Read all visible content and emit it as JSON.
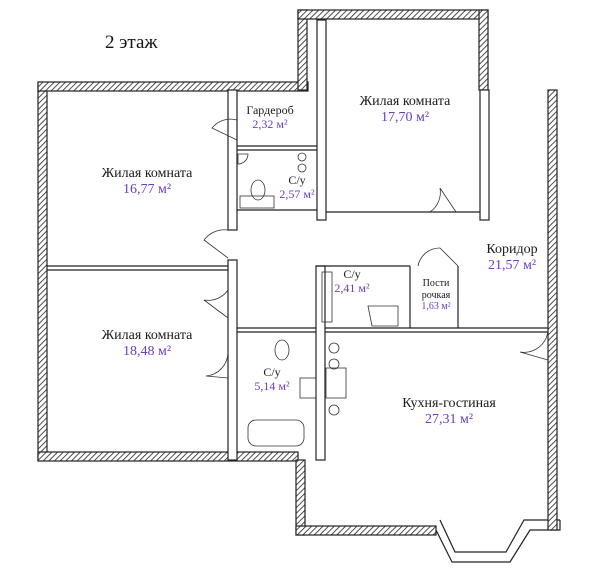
{
  "floor_title": "2 этаж",
  "rooms": [
    {
      "id": "living-1",
      "name": "Жилая комната",
      "area": "16,77 м²"
    },
    {
      "id": "living-2",
      "name": "Жилая комната",
      "area": "18,48 м²"
    },
    {
      "id": "living-3",
      "name": "Жилая комната",
      "area": "17,70 м²"
    },
    {
      "id": "wardrobe",
      "name": "Гардероб",
      "area": "2,32 м²"
    },
    {
      "id": "bath-1",
      "name": "С/у",
      "area": "2,57 м²"
    },
    {
      "id": "bath-2",
      "name": "С/у",
      "area": "2,41 м²"
    },
    {
      "id": "bath-3",
      "name": "С/у",
      "area": "5,14 м²"
    },
    {
      "id": "laundry",
      "name": "Пости рочкая",
      "name_line1": "Пости",
      "name_line2": "рочкая",
      "area": "1,63 м²"
    },
    {
      "id": "corridor",
      "name": "Коридор",
      "area": "21,57 м²"
    },
    {
      "id": "kitchen",
      "name": "Кухня-гостиная",
      "area": "27,31 м²"
    }
  ],
  "colors": {
    "area_text": "#6a3ec6",
    "walls": "#222222",
    "name_text": "#1a1a1a"
  }
}
